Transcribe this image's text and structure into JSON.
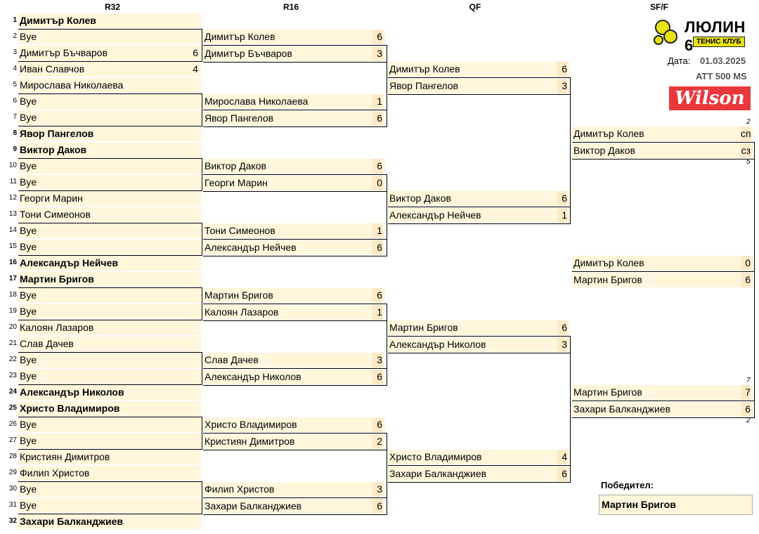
{
  "rounds": [
    "R32",
    "R16",
    "QF",
    "SF/F"
  ],
  "r32": [
    {
      "seed": "1",
      "name": "Димитър Колев",
      "score": "",
      "bold": true
    },
    {
      "seed": "2",
      "name": "Bye",
      "score": "",
      "bold": false
    },
    {
      "seed": "3",
      "name": "Димитър Бъчваров",
      "score": "6",
      "bold": false
    },
    {
      "seed": "4",
      "name": "Иван Славчов",
      "score": "4",
      "bold": false
    },
    {
      "seed": "5",
      "name": "Мирослава Николаева",
      "score": "",
      "bold": false
    },
    {
      "seed": "6",
      "name": "Bye",
      "score": "",
      "bold": false
    },
    {
      "seed": "7",
      "name": "Bye",
      "score": "",
      "bold": false
    },
    {
      "seed": "8",
      "name": "Явор Пангелов",
      "score": "",
      "bold": true
    },
    {
      "seed": "9",
      "name": "Виктор Даков",
      "score": "",
      "bold": true
    },
    {
      "seed": "10",
      "name": "Bye",
      "score": "",
      "bold": false
    },
    {
      "seed": "11",
      "name": "Bye",
      "score": "",
      "bold": false
    },
    {
      "seed": "12",
      "name": "Георги Марин",
      "score": "",
      "bold": false
    },
    {
      "seed": "13",
      "name": "Тони Симеонов",
      "score": "",
      "bold": false
    },
    {
      "seed": "14",
      "name": "Bye",
      "score": "",
      "bold": false
    },
    {
      "seed": "15",
      "name": "Bye",
      "score": "",
      "bold": false
    },
    {
      "seed": "16",
      "name": "Александър Нейчев",
      "score": "",
      "bold": true
    },
    {
      "seed": "17",
      "name": "Мартин Бригов",
      "score": "",
      "bold": true
    },
    {
      "seed": "18",
      "name": "Bye",
      "score": "",
      "bold": false
    },
    {
      "seed": "19",
      "name": "Bye",
      "score": "",
      "bold": false
    },
    {
      "seed": "20",
      "name": "Калоян Лазаров",
      "score": "",
      "bold": false
    },
    {
      "seed": "21",
      "name": "Слав Дачев",
      "score": "",
      "bold": false
    },
    {
      "seed": "22",
      "name": "Bye",
      "score": "",
      "bold": false
    },
    {
      "seed": "23",
      "name": "Bye",
      "score": "",
      "bold": false
    },
    {
      "seed": "24",
      "name": "Александър Николов",
      "score": "",
      "bold": true
    },
    {
      "seed": "25",
      "name": "Христо Владимиров",
      "score": "",
      "bold": true
    },
    {
      "seed": "26",
      "name": "Bye",
      "score": "",
      "bold": false
    },
    {
      "seed": "27",
      "name": "Bye",
      "score": "",
      "bold": false
    },
    {
      "seed": "28",
      "name": "Кристиян Димитров",
      "score": "",
      "bold": false
    },
    {
      "seed": "29",
      "name": "Филип Христов",
      "score": "",
      "bold": false
    },
    {
      "seed": "30",
      "name": "Bye",
      "score": "",
      "bold": false
    },
    {
      "seed": "31",
      "name": "Bye",
      "score": "",
      "bold": false
    },
    {
      "seed": "32",
      "name": "Захари Балканджиев",
      "score": "",
      "bold": true
    }
  ],
  "r16": [
    {
      "name": "Димитър Колев",
      "score": "6"
    },
    {
      "name": "Димитър Бъчваров",
      "score": "3"
    },
    {
      "name": "Мирослава Николаева",
      "score": "1"
    },
    {
      "name": "Явор Пангелов",
      "score": "6"
    },
    {
      "name": "Виктор Даков",
      "score": "6"
    },
    {
      "name": "Георги Марин",
      "score": "0"
    },
    {
      "name": "Тони Симеонов",
      "score": "1"
    },
    {
      "name": "Александър Нейчев",
      "score": "6"
    },
    {
      "name": "Мартин Бригов",
      "score": "6"
    },
    {
      "name": "Калоян Лазаров",
      "score": "1"
    },
    {
      "name": "Слав Дачев",
      "score": "3"
    },
    {
      "name": "Александър Николов",
      "score": "6"
    },
    {
      "name": "Христо Владимиров",
      "score": "6"
    },
    {
      "name": "Кристиян Димитров",
      "score": "2"
    },
    {
      "name": "Филип Христов",
      "score": "3"
    },
    {
      "name": "Захари Балканджиев",
      "score": "6"
    }
  ],
  "qf": [
    {
      "name": "Димитър Колев",
      "score": "6"
    },
    {
      "name": "Явор Пангелов",
      "score": "3"
    },
    {
      "name": "Виктор Даков",
      "score": "6"
    },
    {
      "name": "Александър Нейчев",
      "score": "1"
    },
    {
      "name": "Мартин Бригов",
      "score": "6"
    },
    {
      "name": "Александър Николов",
      "score": "3"
    },
    {
      "name": "Христо Владимиров",
      "score": "4"
    },
    {
      "name": "Захари Балканджиев",
      "score": "6"
    }
  ],
  "sf": [
    {
      "name": "Димитър Колев",
      "score": "сп"
    },
    {
      "name": "Виктор Даков",
      "score": "сз"
    },
    {
      "name": "Мартин Бригов",
      "score": "7"
    },
    {
      "name": "Захари Балканджиев",
      "score": "6"
    }
  ],
  "sf_tiebreaks": {
    "top_above": "2",
    "top_below": "5",
    "bottom_above": "7",
    "bottom_below": "2"
  },
  "final": [
    {
      "name": "Димитър Колев",
      "score": "0"
    },
    {
      "name": "Мартин Бригов",
      "score": "6"
    }
  ],
  "club": {
    "name": "ЛЮЛИН 6",
    "sub": "ТЕНИС КЛУБ"
  },
  "date_label": "Дата:",
  "date_value": "01.03.2025",
  "tournament": "ATT 500 MS",
  "sponsor": "Wilson",
  "winner_label": "Победител:",
  "winner_name": "Мартин Бригов",
  "colors": {
    "cell_bg": "#fff6dc",
    "sponsor_bg": "#e8383d",
    "club_badge": "#e8e213"
  }
}
